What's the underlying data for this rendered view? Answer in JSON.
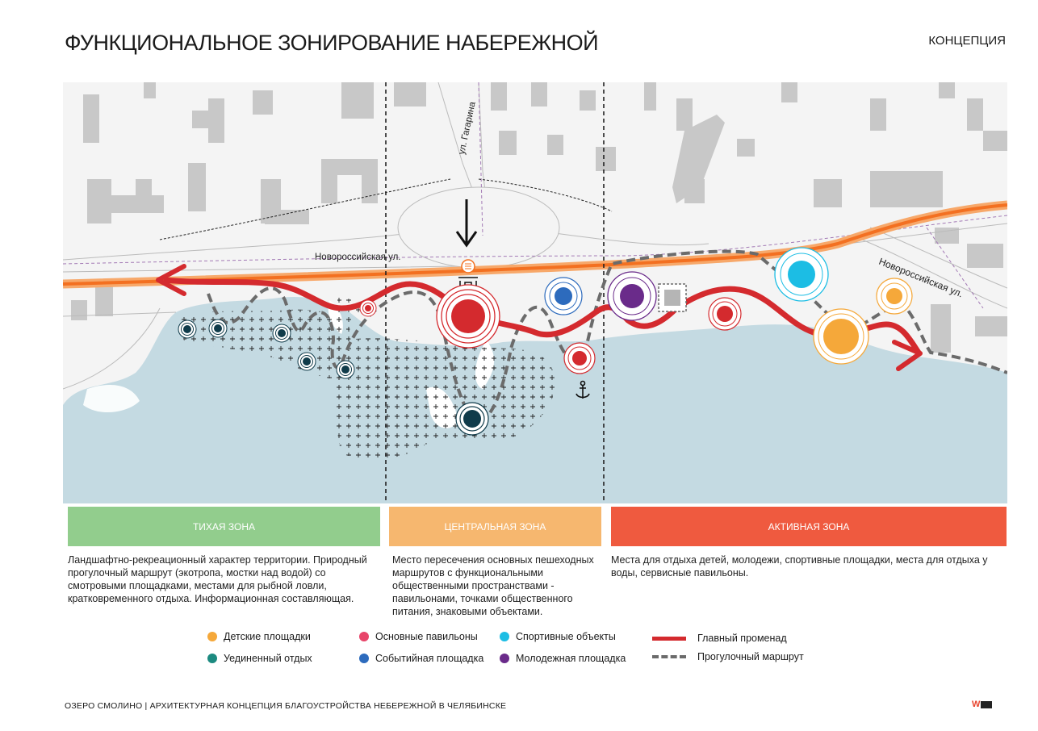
{
  "header": {
    "title": "ФУНКЦИОНАЛЬНОЕ ЗОНИРОВАНИЕ НАБЕРЕЖНОЙ",
    "concept": "КОНЦЕПЦИЯ"
  },
  "map": {
    "street_main": "Новороссийская ул.",
    "street_right": "Новороссийская ул.",
    "street_vertical": "ул. Гагарина"
  },
  "zones": {
    "quiet": {
      "label": "ТИХАЯ ЗОНА",
      "color": "#92cd8d",
      "description": "Ландшафтно-рекреационный характер территории. Природный прогулочный маршрут (экотропа, мостки над водой) со смотровыми площадками, местами для рыбной ловли, кратковременного отдыха. Информационная составляющая."
    },
    "central": {
      "label": "ЦЕНТРАЛЬНАЯ ЗОНА",
      "color": "#f6b76f",
      "description": "Место пересечения основных пешеходных маршрутов с функциональными общественными пространствами - павильонами, точками общественного питания, знаковыми объектами."
    },
    "active": {
      "label": "АКТИВНАЯ ЗОНА",
      "color": "#ef5a3f",
      "description": "Места для отдыха детей, молодежи, спортивные площадки, места для отдыха у воды, сервисные павильоны."
    }
  },
  "legend": {
    "kids": {
      "label": "Детские площадки",
      "color": "#f5a83a"
    },
    "secluded": {
      "label": "Уединенный отдых",
      "color": "#1c8a80"
    },
    "pavilions": {
      "label": "Основные павильоны",
      "color": "#e8456a"
    },
    "events": {
      "label": "Событийная площадка",
      "color": "#2d6bbd"
    },
    "sports": {
      "label": "Спортивные объекты",
      "color": "#1cbde4"
    },
    "youth": {
      "label": "Молодежная площадка",
      "color": "#6a2b8a"
    },
    "promenade": {
      "label": "Главный променад",
      "color": "#d42a2e"
    },
    "walk": {
      "label": "Прогулочный маршрут",
      "color": "#6b6b6b"
    }
  },
  "footer": {
    "text": "ОЗЕРО СМОЛИНО | АРХИТЕКТУРНАЯ КОНЦЕПЦИЯ БЛАГОУСТРОЙСТВА НЕБЕРЕЖНОЙ В ЧЕЛЯБИНСКЕ",
    "logo": "W"
  }
}
